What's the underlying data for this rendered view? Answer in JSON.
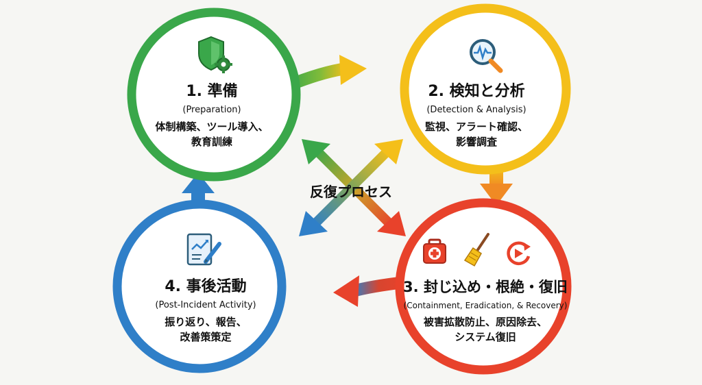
{
  "center_label": "反復プロセス",
  "phases": [
    {
      "id": "1",
      "title": "1. 準備",
      "subtitle": "(Preparation)",
      "desc_line1": "体制構築、ツール導入、",
      "desc_line2": "教育訓練",
      "color": "#3aa74a",
      "icon": "shield-gear-icon"
    },
    {
      "id": "2",
      "title": "2. 検知と分析",
      "subtitle": "(Detection & Analysis)",
      "desc_line1": "監視、アラート確認、",
      "desc_line2": "影響調査",
      "color": "#f4bf1a",
      "icon": "magnifier-pulse-icon"
    },
    {
      "id": "3",
      "title": "3. 封じ込め・根絶・復旧",
      "subtitle": "(Containment, Eradication, & Recovery)",
      "desc_line1": "被害拡散防止、原因除去、",
      "desc_line2": "システム復旧",
      "color": "#e8422b",
      "icons": [
        "first-aid-kit-icon",
        "broom-icon",
        "restart-icon"
      ]
    },
    {
      "id": "4",
      "title": "4. 事後活動",
      "subtitle": "(Post-Incident Activity)",
      "desc_line1": "振り返り、報告、",
      "desc_line2": "改善策策定",
      "color": "#2f7fc8",
      "icon": "report-pen-icon"
    }
  ],
  "colors": {
    "green": "#3aa74a",
    "yellow": "#f4bf1a",
    "orange": "#f08a24",
    "red": "#e8422b",
    "blue": "#2f7fc8",
    "background": "#f6f6f3"
  }
}
